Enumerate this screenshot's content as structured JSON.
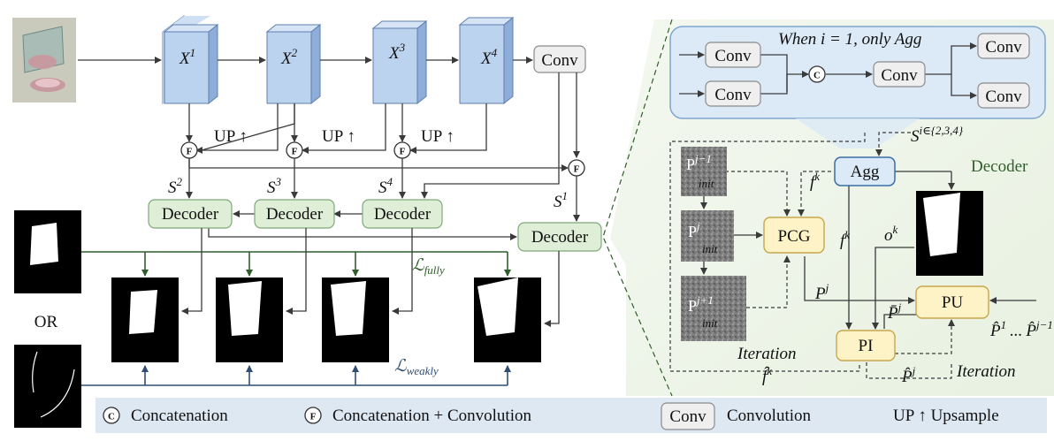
{
  "encoder": {
    "x_base": "X",
    "x_sups": [
      "1",
      "2",
      "3",
      "4"
    ],
    "conv_label": "Conv",
    "up_label": "UP ↑",
    "fusion_symbol": "F",
    "s_base": "S",
    "s_sups": [
      "2",
      "3",
      "4",
      "1"
    ],
    "decoder_label": "Decoder"
  },
  "supervision": {
    "or_label": "OR",
    "loss_base": "ℒ",
    "fully_sub": "fully",
    "weakly_sub": "weakly"
  },
  "agg_panel": {
    "title": "When i = 1, only Agg",
    "conv_label": "Conv",
    "concat_symbol": "C"
  },
  "decoder_detail": {
    "section_label": "Decoder",
    "s_sup": "i∈{2,3,4}",
    "agg_label": "Agg",
    "pcg_label": "PCG",
    "pi_label": "PI",
    "pu_label": "PU",
    "p_letter": "P",
    "p_sub": "init",
    "p_sups": [
      "j−1",
      "j",
      "j+1"
    ],
    "f_letter": "f",
    "f_sup": "k",
    "o_letter": "o",
    "o_sup": "k",
    "p_j_label": "P",
    "j_sup": "j",
    "pbar_label": "P̄",
    "phat_label": "P̂",
    "fhat_label": "f̂",
    "phat_seq_first_sup": "1",
    "phat_seq_dots": "...",
    "phat_seq_last_sup": "j−1",
    "iteration_label": "Iteration"
  },
  "legend": {
    "concat_symbol": "C",
    "concat_label": "Concatenation",
    "fusion_symbol": "F",
    "fusion_label": "Concatenation + Convolution",
    "conv_box": "Conv",
    "conv_label": "Convolution",
    "up_label": "UP ↑ Upsample"
  },
  "colors": {
    "encoder_block": "#bcd3ef",
    "decoder_box": "#dfeed7",
    "agg_panel": "#dbeaf6",
    "detail_bg": "#eef5e8",
    "legend_bar": "#dde8f3",
    "fully_line": "#2f5e2a",
    "weakly_line": "#2e4e73"
  }
}
